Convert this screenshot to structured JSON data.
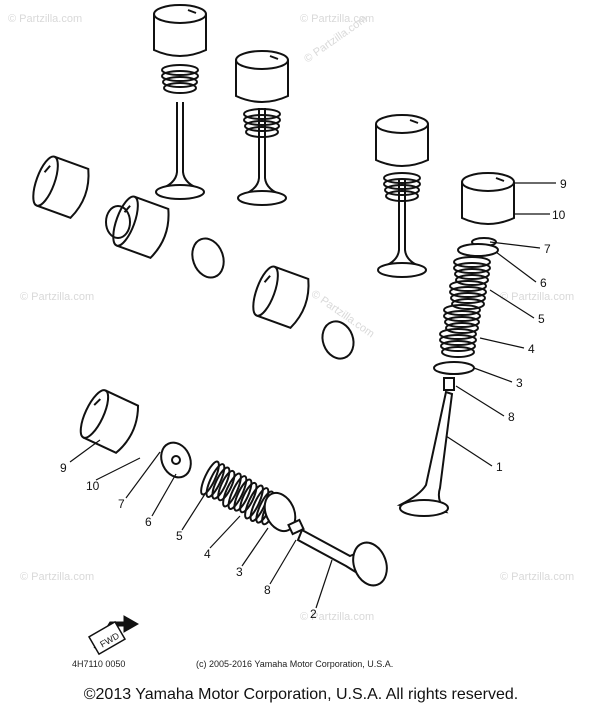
{
  "watermark": "© Partzilla.com",
  "watermark_center": "© Partzilla.com",
  "callouts": {
    "upper": [
      "9",
      "10",
      "7",
      "6",
      "5",
      "4",
      "3",
      "8",
      "1"
    ],
    "lower": [
      "9",
      "10",
      "7",
      "6",
      "5",
      "4",
      "3",
      "8",
      "2"
    ]
  },
  "fwd_label": "FWD",
  "part_code": "4H7110 0050",
  "inner_copyright": "(c) 2005-2016 Yamaha Motor Corporation, U.S.A.",
  "copyright": "©2013 Yamaha Motor Corporation, U.S.A. All rights reserved."
}
